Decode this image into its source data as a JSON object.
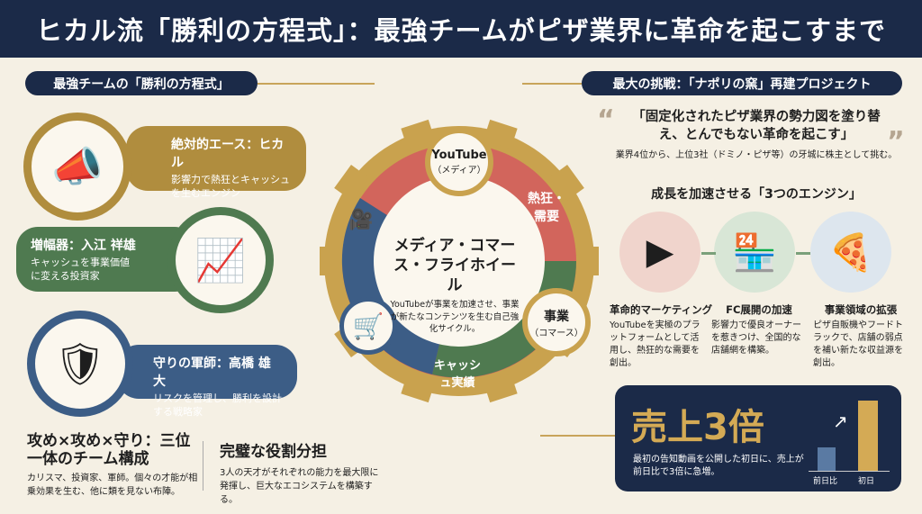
{
  "title": "ヒカル流「勝利の方程式」：最強チームがピザ業界に革命を起こすまで",
  "left": {
    "header": "最強チームの「勝利の方程式」",
    "members": [
      {
        "name": "絶対的エース：ヒカル",
        "desc": "影響力で熱狂とキャッシュを生むエンジン",
        "color": "#b08d3e"
      },
      {
        "name": "増幅器：入江 祥雄",
        "desc": "キャッシュを事業価値に変える投資家",
        "color": "#4f7a50"
      },
      {
        "name": "守りの軍師：高橋 雄大",
        "desc": "リスクを管理し、勝利を設計する戦略家",
        "color": "#3c5d86"
      }
    ],
    "team_title": "攻め×攻め×守り：三位一体のチーム構成",
    "team_desc": "カリスマ、投資家、軍師。個々の才能が相乗効果を生む、他に類を見ない布陣。",
    "roles_title": "完璧な役割分担",
    "roles_desc": "3人の天才がそれぞれの能力を最大限に発揮し、巨大なエコシステムを構築する。"
  },
  "center": {
    "node_top": "YouTube",
    "node_top_sub": "（メディア）",
    "node_right": "事業",
    "node_right_sub": "（コマース）",
    "seg_red": "熱狂・需要",
    "seg_green": "キャッシュ実績",
    "title": "メディア・コマース・フライホイール",
    "desc": "YouTubeが事業を加速させ、事業が新たなコンテンツを生む自己強化サイクル。"
  },
  "right": {
    "header": "最大の挑戦：「ナポリの窯」再建プロジェクト",
    "quote": "「固定化されたピザ業界の勢力図を塗り替え、とんでもない革命を起こす」",
    "quote_sub": "業界4位から、上位3社（ドミノ・ピザ等）の牙城に株主として挑む。",
    "engines_title": "成長を加速させる「3つのエンジン」",
    "engines": [
      {
        "title": "革命的マーケティング",
        "desc": "YouTubeを実極のプラットフォームとして活用し、熱狂的な需要を創出。"
      },
      {
        "title": "FC展開の加速",
        "desc": "影響力で優良オーナーを惹きつけ、全国的な店舗網を構築。"
      },
      {
        "title": "事業領域の拡張",
        "desc": "ピザ自販機やフードトラックで、店舗の弱点を補い新たな収益源を創出。"
      }
    ],
    "sales": {
      "headline": "売上3倍",
      "desc": "最初の告知動画を公開した初日に、売上が前日比で3倍に急増。",
      "bar_labels": [
        "前日比",
        "初日"
      ],
      "values": [
        1,
        3
      ]
    }
  },
  "colors": {
    "navy": "#1b2a48",
    "gold": "#c9a24e",
    "red": "#d2655c",
    "green": "#4f7a50",
    "blue": "#3c5d86"
  }
}
